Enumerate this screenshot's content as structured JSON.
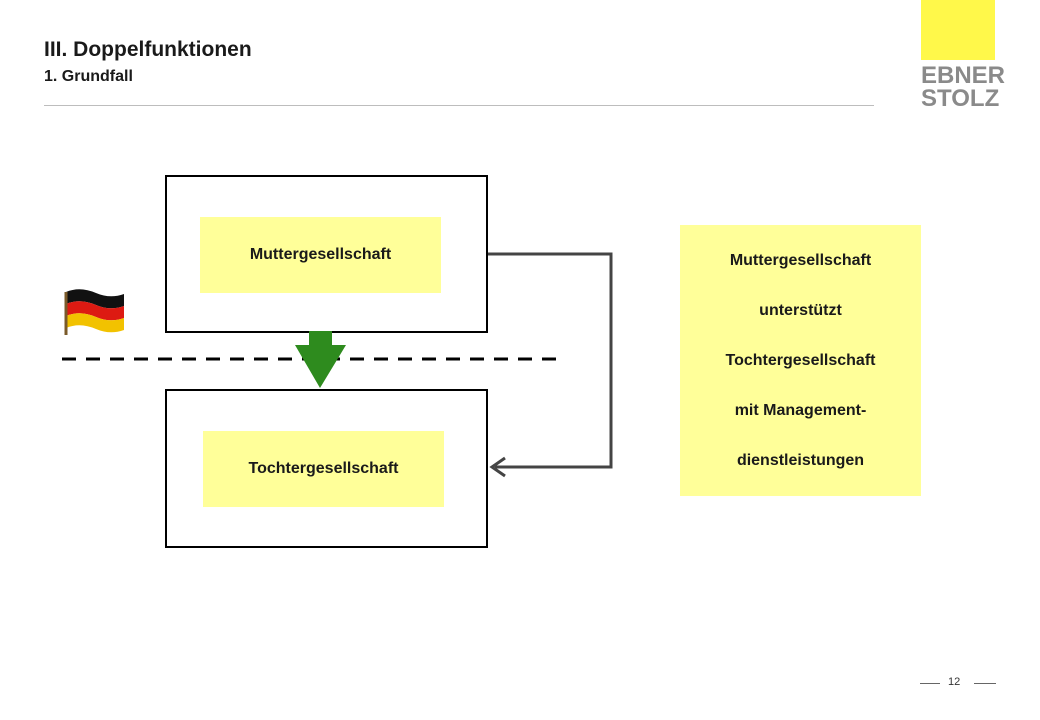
{
  "header": {
    "title": "III. Doppelfunktionen",
    "subtitle": "1. Grundfall"
  },
  "logo": {
    "line1": "EBNER",
    "line2": "STOLZ",
    "accent_color": "#fff84a",
    "text_color": "#8a8a8a"
  },
  "diagram": {
    "parent_label": "Muttergesellschaft",
    "child_label": "Tochtergesellschaft",
    "label_fill": "#ffff99",
    "arrow_color": "#2e8b1e",
    "flag_icon": "germany-flag-icon"
  },
  "note": {
    "lines": [
      "Muttergesellschaft",
      "unterstützt",
      "Tochtergesellschaft",
      "mit Management-",
      "dienstleistungen"
    ]
  },
  "footer": {
    "page_number": "12"
  }
}
